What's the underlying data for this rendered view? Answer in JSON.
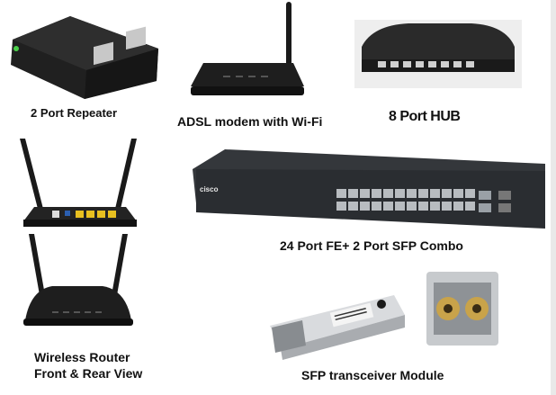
{
  "labels": {
    "repeater": "2 Port Repeater",
    "modem": "ADSL modem with Wi-Fi",
    "hub": "8 Port HUB",
    "switch": "24 Port FE+ 2 Port SFP Combo",
    "router_line1": "Wireless Router",
    "router_line2": "Front & Rear View",
    "sfp": "SFP transceiver Module"
  },
  "brand": {
    "switch": "cisco"
  },
  "colors": {
    "device_dark": "#1c1c1c",
    "switch_body": "#2a2d31",
    "port_silver": "#b8bcc0",
    "router_port_yellow": "#e8c020",
    "sfp_gold": "#c9a34a"
  }
}
